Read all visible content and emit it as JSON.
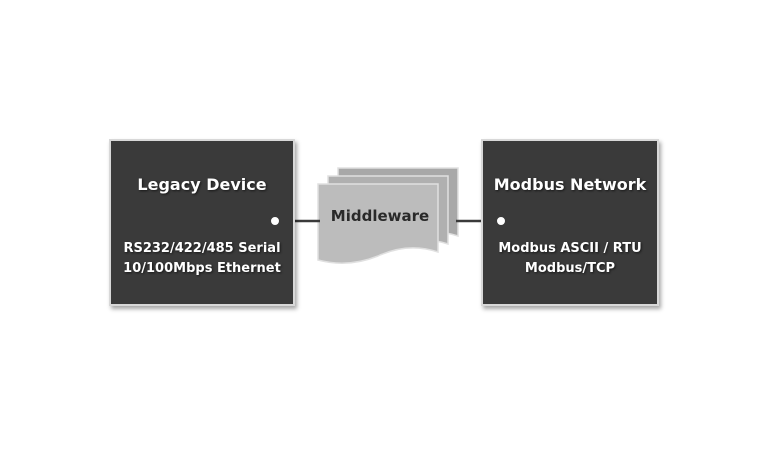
{
  "legacy": {
    "title": "Legacy Device",
    "lines": [
      "RS232/422/485 Serial",
      "10/100Mbps Ethernet"
    ]
  },
  "middleware": {
    "label": "Middleware"
  },
  "modbus": {
    "title": "Modbus Network",
    "lines": [
      "Modbus ASCII / RTU",
      "Modbus/TCP"
    ]
  },
  "colors": {
    "box_fill": "#3a3a3a",
    "doc_fill": "#b9b9b9",
    "connector": "#3a3a3a"
  }
}
